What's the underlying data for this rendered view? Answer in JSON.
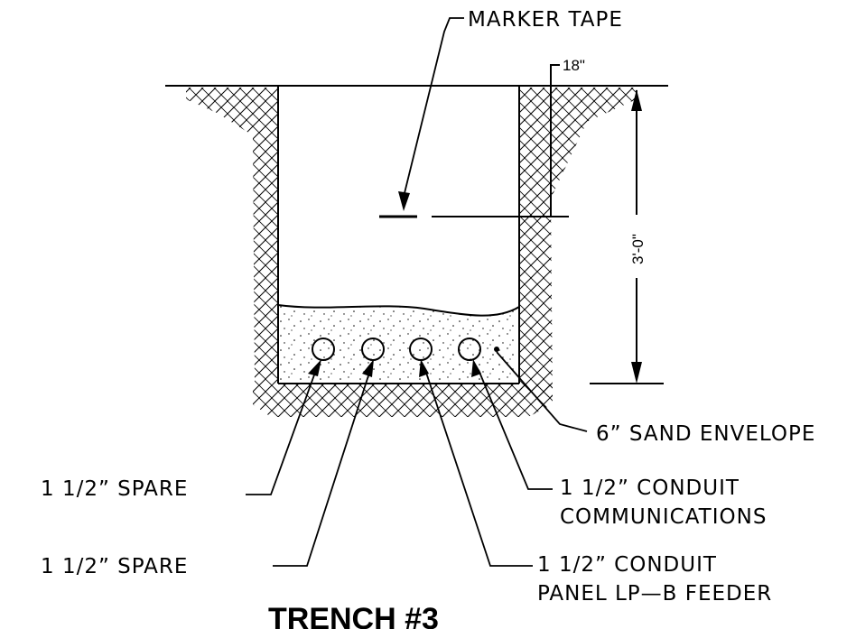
{
  "labels": {
    "marker_tape": "MARKER TAPE",
    "depth_18": "18\"",
    "depth_total": "3'-0\"",
    "sand_envelope": "6” SAND ENVELOPE",
    "spare_1": "1 1/2” SPARE",
    "spare_2": "1 1/2” SPARE",
    "conduit_comm_line1": "1 1/2” CONDUIT",
    "conduit_comm_line2": "COMMUNICATIONS",
    "conduit_feeder_line1": "1 1/2” CONDUIT",
    "conduit_feeder_line2": "PANEL LP—B FEEDER",
    "title": "TRENCH #3"
  },
  "colors": {
    "line": "#000000",
    "background": "#ffffff"
  }
}
